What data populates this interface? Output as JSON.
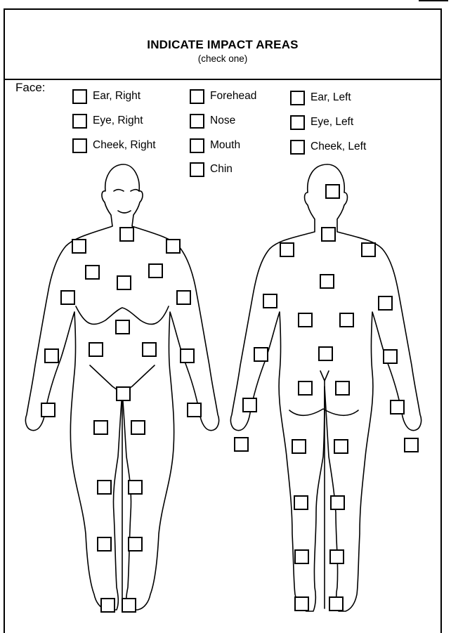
{
  "header": {
    "title": "INDICATE IMPACT AREAS",
    "subtitle": "(check one)"
  },
  "face": {
    "label": "Face:",
    "options": [
      "Ear, Right",
      "Eye, Right",
      "Cheek, Right",
      "Forehead",
      "Nose",
      "Mouth",
      "Chin",
      "Ear, Left",
      "Eye, Left",
      "Cheek, Left"
    ]
  },
  "figures": {
    "front_checkbox_count": 24,
    "back_checkbox_count": 26
  }
}
